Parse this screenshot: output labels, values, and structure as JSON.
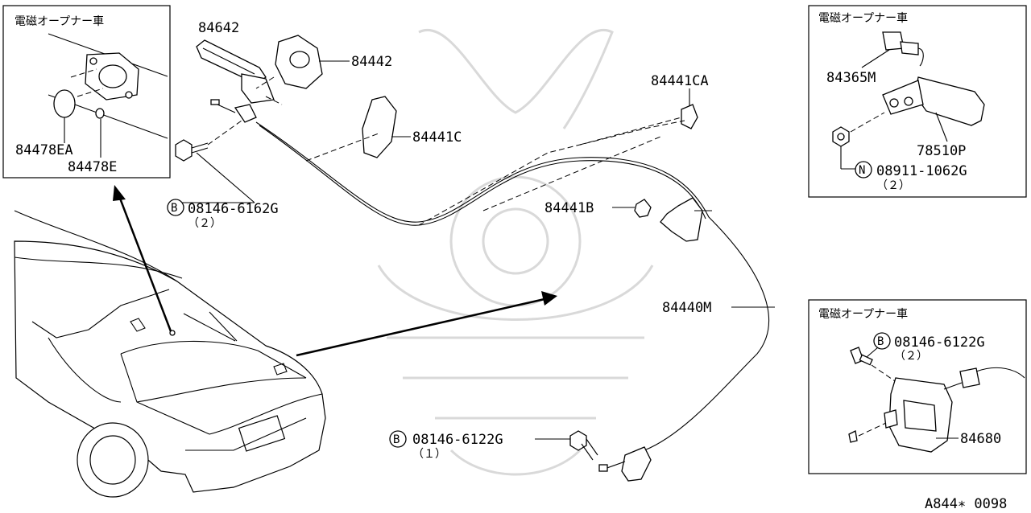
{
  "diagram": {
    "catalog_code": "A844∗ 0098",
    "option_label": "電磁オープナー車",
    "inset_top_left": {
      "header": "電磁オープナー車",
      "parts": [
        "84478EA",
        "84478E"
      ]
    },
    "inset_top_right": {
      "header": "電磁オープナー車",
      "parts": [
        "84365M",
        "78510P"
      ],
      "fastener": {
        "circle": "N",
        "number": "08911-1062G",
        "qty": "（２）"
      }
    },
    "inset_bottom_right": {
      "header": "電磁オープナー車",
      "fastener": {
        "circle": "B",
        "number": "08146-6122G",
        "qty": "（２）"
      },
      "parts": [
        "84680"
      ]
    },
    "main_parts": [
      "84642",
      "84442",
      "84441C",
      "84441CA",
      "84441B",
      "84440M"
    ],
    "main_fasteners": [
      {
        "circle": "B",
        "number": "08146-6162G",
        "qty": "（２）"
      },
      {
        "circle": "B",
        "number": "08146-6122G",
        "qty": "（１）"
      }
    ]
  }
}
